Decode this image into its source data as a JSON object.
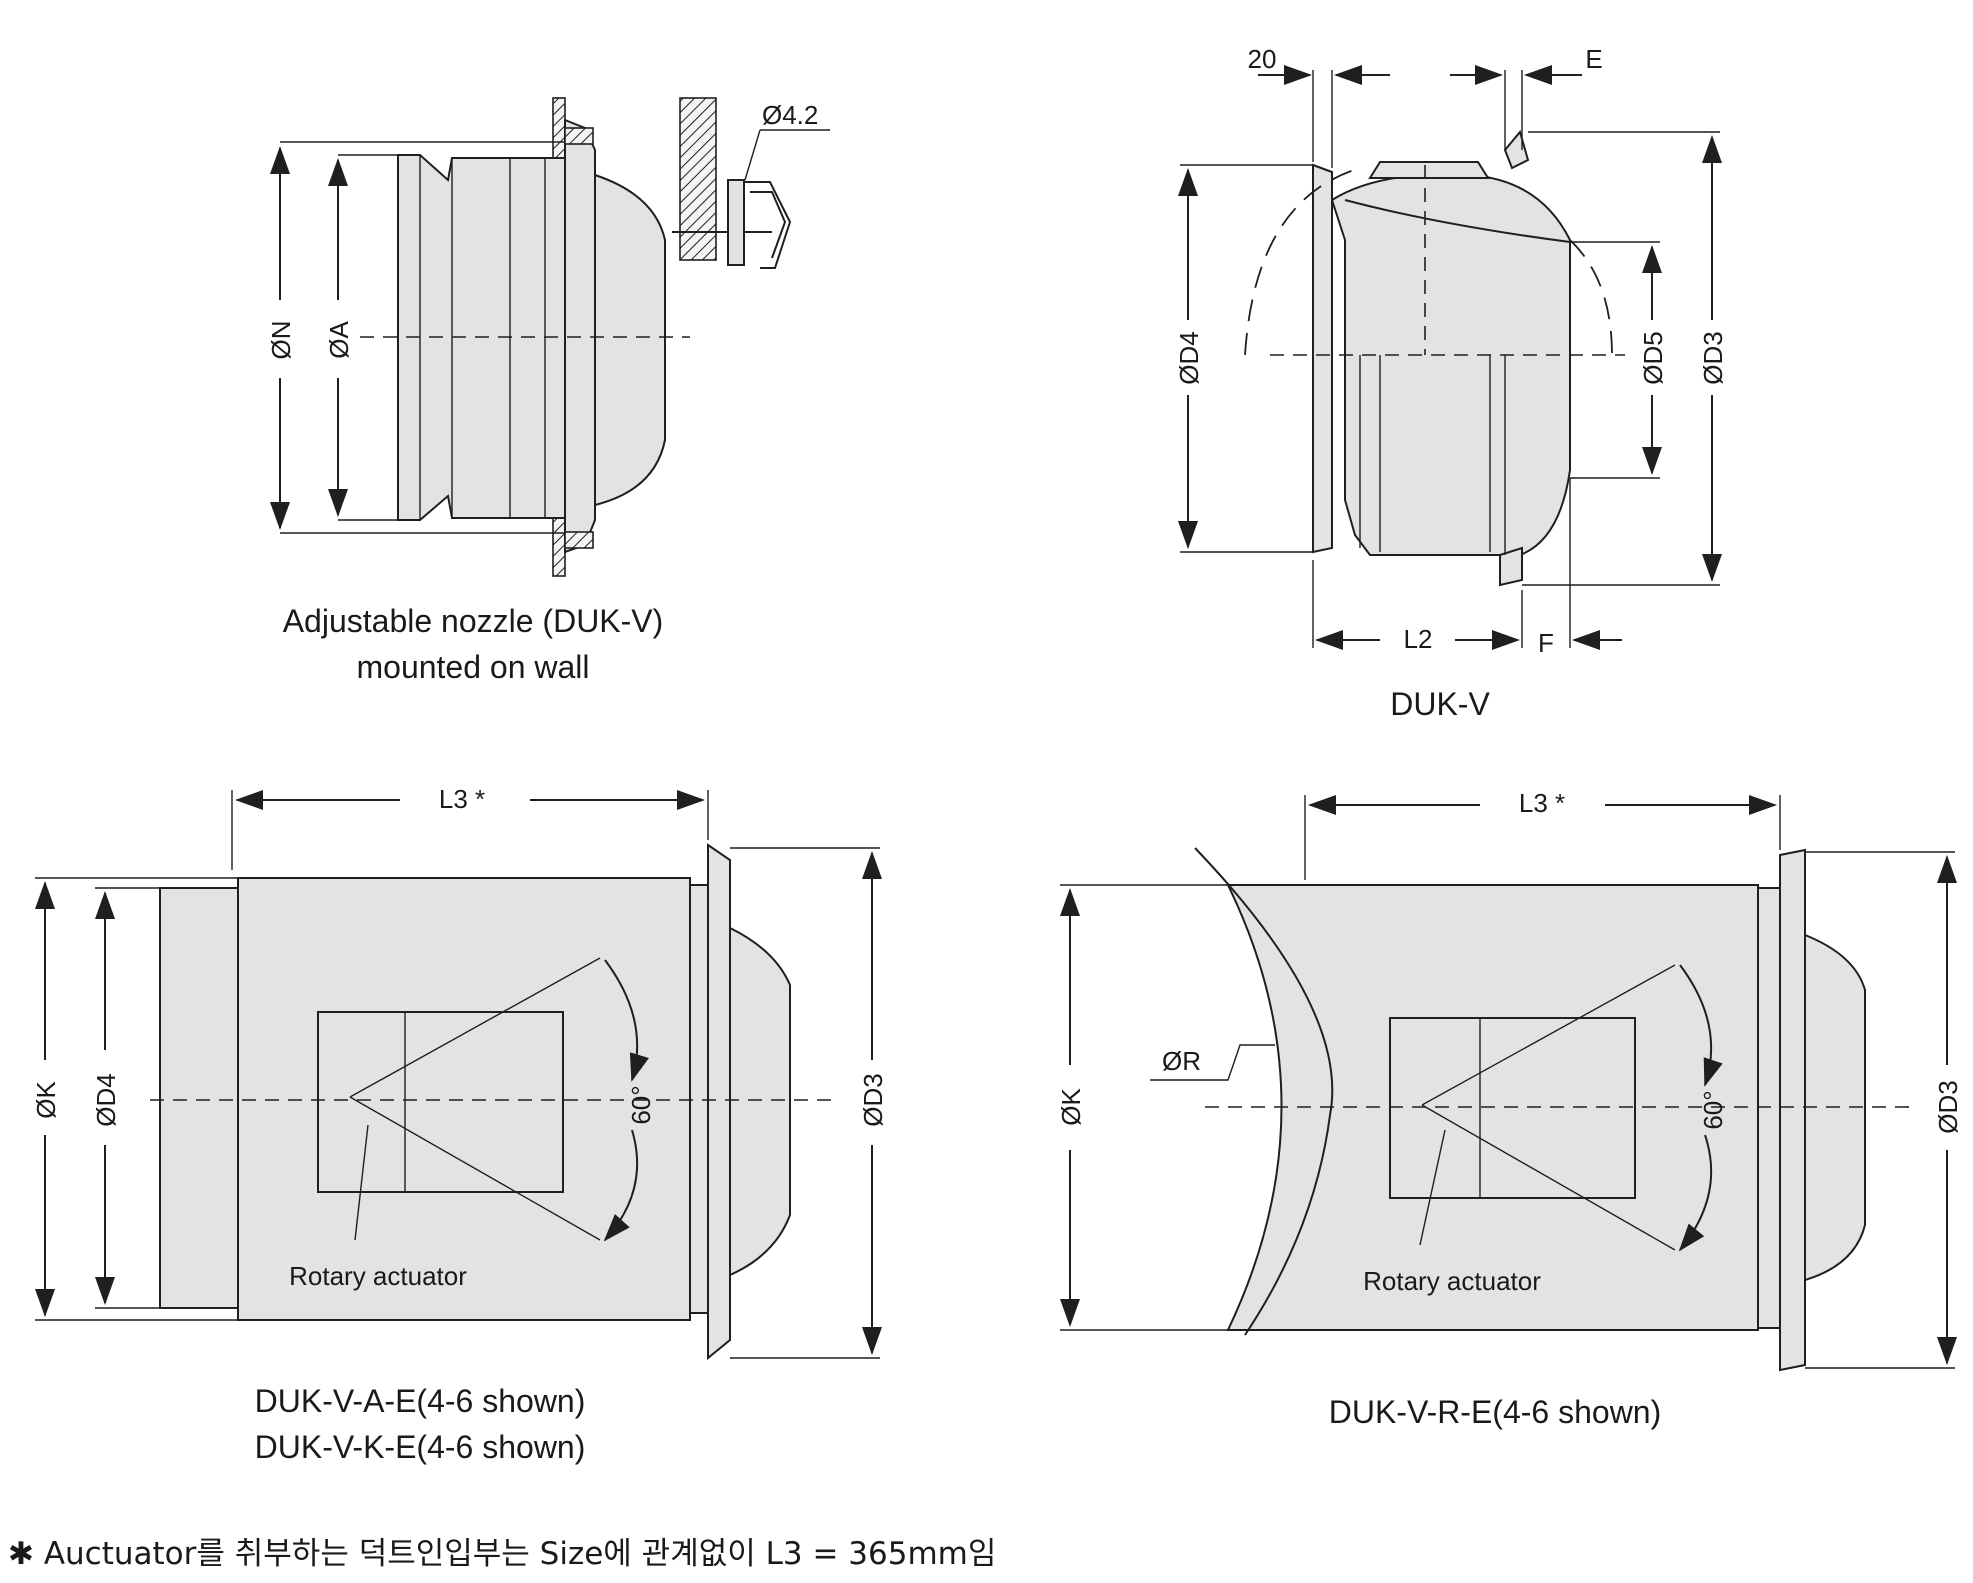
{
  "captions": {
    "wall": [
      "Adjustable nozzle (DUK-V)",
      "mounted on wall"
    ],
    "dukv": "DUK-V",
    "ae": [
      "DUK-V-A-E(4-6 shown)",
      "DUK-V-K-E(4-6 shown)"
    ],
    "re": "DUK-V-R-E(4-6 shown)"
  },
  "dimensions": {
    "N": "ØN",
    "A": "ØA",
    "bolt": "Ø4.2",
    "d20": "20",
    "E": "E",
    "D4": "ØD4",
    "D5": "ØD5",
    "D3": "ØD3",
    "L2": "L2",
    "F": "F",
    "L3": "L3 *",
    "K": "ØK",
    "R": "ØR",
    "angle": "60°"
  },
  "labels": {
    "actuator": "Rotary actuator"
  },
  "footnote": "✱  Auctuator를 취부하는 덕트인입부는 Size에 관계없이 L3 = 365mm임"
}
